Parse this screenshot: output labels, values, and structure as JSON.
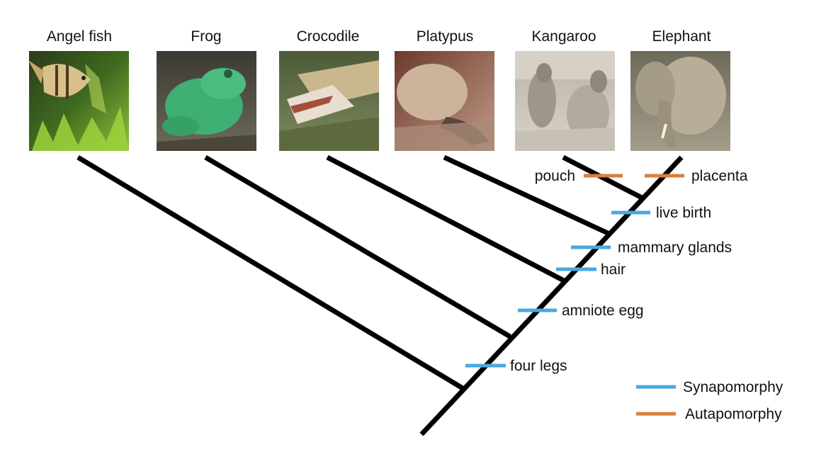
{
  "colors": {
    "synapomorphy": "#4aa8e0",
    "autapomorphy": "#d9803f",
    "branch": "#000000"
  },
  "taxa": [
    {
      "name": "Angel fish",
      "photo": "angel-fish-photo"
    },
    {
      "name": "Frog",
      "photo": "frog-photo"
    },
    {
      "name": "Crocodile",
      "photo": "crocodile-photo"
    },
    {
      "name": "Platypus",
      "photo": "platypus-photo"
    },
    {
      "name": "Kangaroo",
      "photo": "kangaroo-photo"
    },
    {
      "name": "Elephant",
      "photo": "elephant-photo"
    }
  ],
  "traits": [
    {
      "label": "four legs",
      "kind": "synapomorphy"
    },
    {
      "label": "amniote egg",
      "kind": "synapomorphy"
    },
    {
      "label": "hair",
      "kind": "synapomorphy"
    },
    {
      "label": "mammary glands",
      "kind": "synapomorphy"
    },
    {
      "label": "live birth",
      "kind": "synapomorphy"
    },
    {
      "label": "pouch",
      "kind": "autapomorphy"
    },
    {
      "label": "placenta",
      "kind": "autapomorphy"
    }
  ],
  "legend": {
    "synapomorphy": "Synapomorphy",
    "autapomorphy": "Autapomorphy"
  }
}
